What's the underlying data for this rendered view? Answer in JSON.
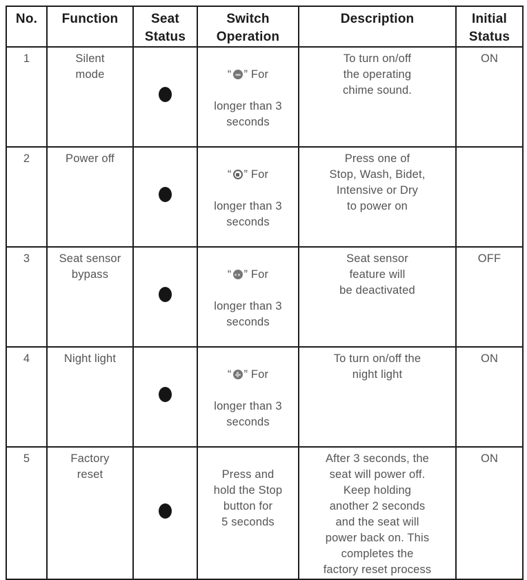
{
  "table": {
    "headers": [
      "No.",
      "Function",
      "Seat\nStatus",
      "Switch\nOperation",
      "Description",
      "Initial\nStatus"
    ],
    "colors": {
      "border": "#1d1d1d",
      "header_text": "#1b1b1b",
      "body_text": "#545454",
      "dot": "#151515",
      "icon_button": "#757575",
      "icon_mark": "#c0c0c0"
    },
    "rows": [
      {
        "no": "1",
        "function": "Silent\nmode",
        "seat_status_icon": "filled-dot",
        "switch_pre": "“",
        "switch_icon": "minus-button",
        "switch_post": "” For",
        "switch_rest": "longer than 3\nseconds",
        "description": "To turn on/off\nthe operating\nchime sound.",
        "initial": "ON"
      },
      {
        "no": "2",
        "function": "Power off",
        "seat_status_icon": "filled-dot",
        "switch_pre": "“",
        "switch_icon": "power-button",
        "switch_post": "” For",
        "switch_rest": "longer than 3\nseconds",
        "description": "Press one of\nStop, Wash, Bidet,\nIntensive or Dry\nto power on",
        "initial": ""
      },
      {
        "no": "3",
        "function": "Seat sensor\nbypass",
        "seat_status_icon": "filled-dot",
        "switch_pre": "“",
        "switch_icon": "dash-button",
        "switch_post": "” For",
        "switch_rest": "longer than 3\nseconds",
        "description": "Seat sensor\nfeature will\nbe deactivated",
        "initial": "OFF"
      },
      {
        "no": "4",
        "function": "Night light",
        "seat_status_icon": "filled-dot",
        "switch_pre": "“",
        "switch_icon": "plus-button",
        "switch_post": "” For",
        "switch_rest": "longer than 3\nseconds",
        "description": "To turn on/off the\nnight light",
        "initial": "ON"
      },
      {
        "no": "5",
        "function": "Factory\nreset",
        "seat_status_icon": "filled-dot",
        "switch_text": "Press and\nhold the Stop\nbutton for\n5 seconds",
        "description": "After 3 seconds, the\nseat will power off.\nKeep holding\nanother 2 seconds\nand the seat will\npower back on. This\ncompletes the\nfactory reset process",
        "initial": "ON"
      }
    ]
  }
}
